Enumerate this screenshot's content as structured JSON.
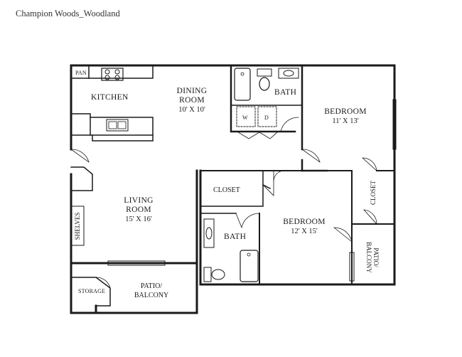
{
  "title": "Champion Woods_Woodland",
  "rooms": {
    "pantry": {
      "name": "PAN"
    },
    "kitchen": {
      "name": "KITCHEN"
    },
    "dining": {
      "name": "DINING ROOM",
      "line1": "DINING",
      "line2": "ROOM",
      "dimensions": "10' X 10'"
    },
    "bath1": {
      "name": "BATH"
    },
    "washer": {
      "name": "W"
    },
    "dryer": {
      "name": "D"
    },
    "bedroom1": {
      "name": "BEDROOM",
      "dimensions": "11' X 13'"
    },
    "living": {
      "name": "LIVING ROOM",
      "line1": "LIVING",
      "line2": "ROOM",
      "dimensions": "15' X 16'"
    },
    "shelves": {
      "name": "SHELVES"
    },
    "closet1": {
      "name": "CLOSET"
    },
    "closet2": {
      "name": "CLOSET"
    },
    "bath2": {
      "name": "BATH"
    },
    "bedroom2": {
      "name": "BEDROOM",
      "dimensions": "12' X 15'"
    },
    "patio_right": {
      "name": "PATIO/ BALCONY",
      "line1": "PATIO/",
      "line2": "BALCONY"
    },
    "storage": {
      "name": "STORAGE"
    },
    "patio_bottom": {
      "name": "PATIO/ BALCONY",
      "line1": "PATIO/",
      "line2": "BALCONY"
    }
  },
  "colors": {
    "wall": "#1a1a1a",
    "fixture": "#333333",
    "background": "#ffffff"
  }
}
